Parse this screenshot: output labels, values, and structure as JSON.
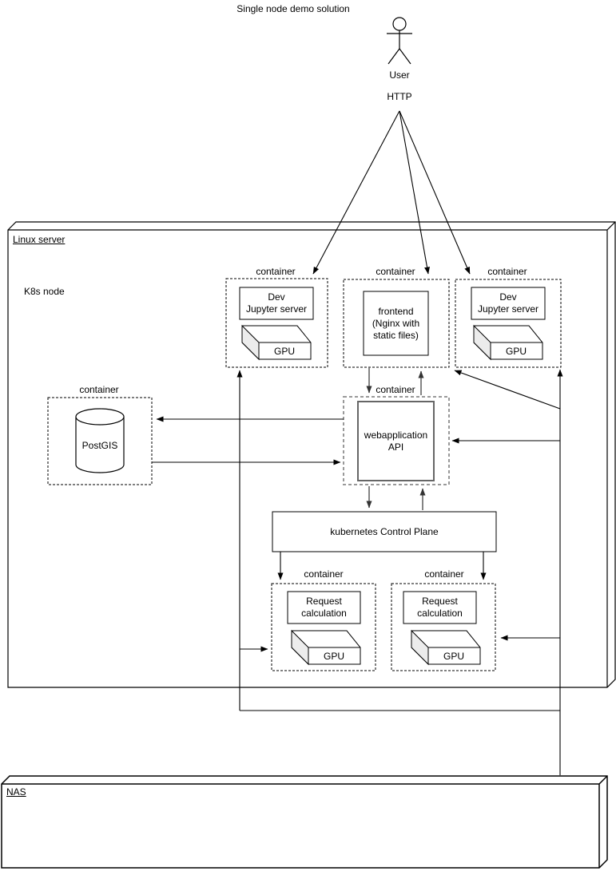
{
  "title": "Single node demo solution",
  "actor": {
    "label": "User"
  },
  "http_label": "HTTP",
  "linux_server": {
    "label": "Linux server",
    "k8s_node_label": "K8s node"
  },
  "nas": {
    "label": "NAS"
  },
  "control_plane": {
    "label": "kubernetes Control Plane"
  },
  "containers": {
    "dev_jupyter_left": {
      "tag": "container",
      "app": [
        "Dev",
        "Jupyter server"
      ],
      "gpu": "GPU"
    },
    "frontend": {
      "tag": "container",
      "app": [
        "frontend",
        "(Nginx with",
        "static files)"
      ]
    },
    "dev_jupyter_right": {
      "tag": "container",
      "app": [
        "Dev",
        "Jupyter server"
      ],
      "gpu": "GPU"
    },
    "postgis": {
      "tag": "container",
      "app": "PostGIS"
    },
    "webapp_api": {
      "tag": "container",
      "app": [
        "webapplication",
        "API"
      ]
    },
    "request_calc_left": {
      "tag": "container",
      "app": [
        "Request",
        "calculation"
      ],
      "gpu": "GPU"
    },
    "request_calc_right": {
      "tag": "container",
      "app": [
        "Request",
        "calculation"
      ],
      "gpu": "GPU"
    }
  },
  "colors": {
    "stroke": "#000000",
    "api_dash_stroke": "#999999",
    "api_box_stroke": "#666666",
    "gray_edge": "#666666",
    "gpu_side_fill": "#ececec",
    "background": "#ffffff"
  }
}
